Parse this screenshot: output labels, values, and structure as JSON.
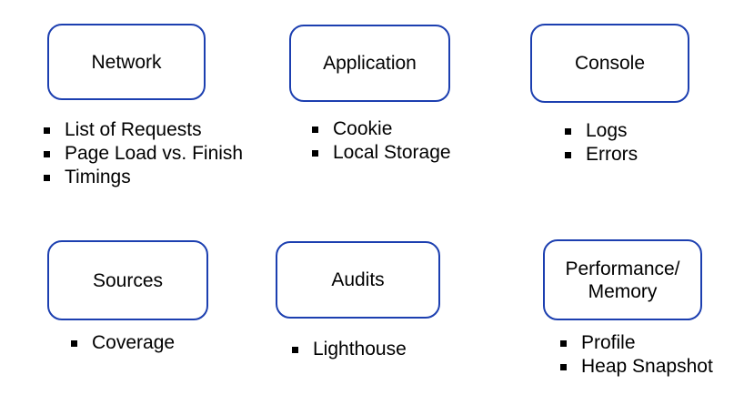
{
  "panels": [
    {
      "id": "network",
      "title": "Network",
      "items": [
        "List of Requests",
        "Page Load vs. Finish",
        "Timings"
      ]
    },
    {
      "id": "application",
      "title": "Application",
      "items": [
        "Cookie",
        "Local Storage"
      ]
    },
    {
      "id": "console",
      "title": "Console",
      "items": [
        "Logs",
        "Errors"
      ]
    },
    {
      "id": "sources",
      "title": "Sources",
      "items": [
        "Coverage"
      ]
    },
    {
      "id": "audits",
      "title": "Audits",
      "items": [
        "Lighthouse"
      ]
    },
    {
      "id": "performance-memory",
      "title": "Performance/\nMemory",
      "items": [
        "Profile",
        "Heap Snapshot"
      ]
    }
  ],
  "colors": {
    "background": "#FFFFFF",
    "box_border": "#1C3FB0",
    "text": "#000000",
    "bullet": "#000000"
  }
}
